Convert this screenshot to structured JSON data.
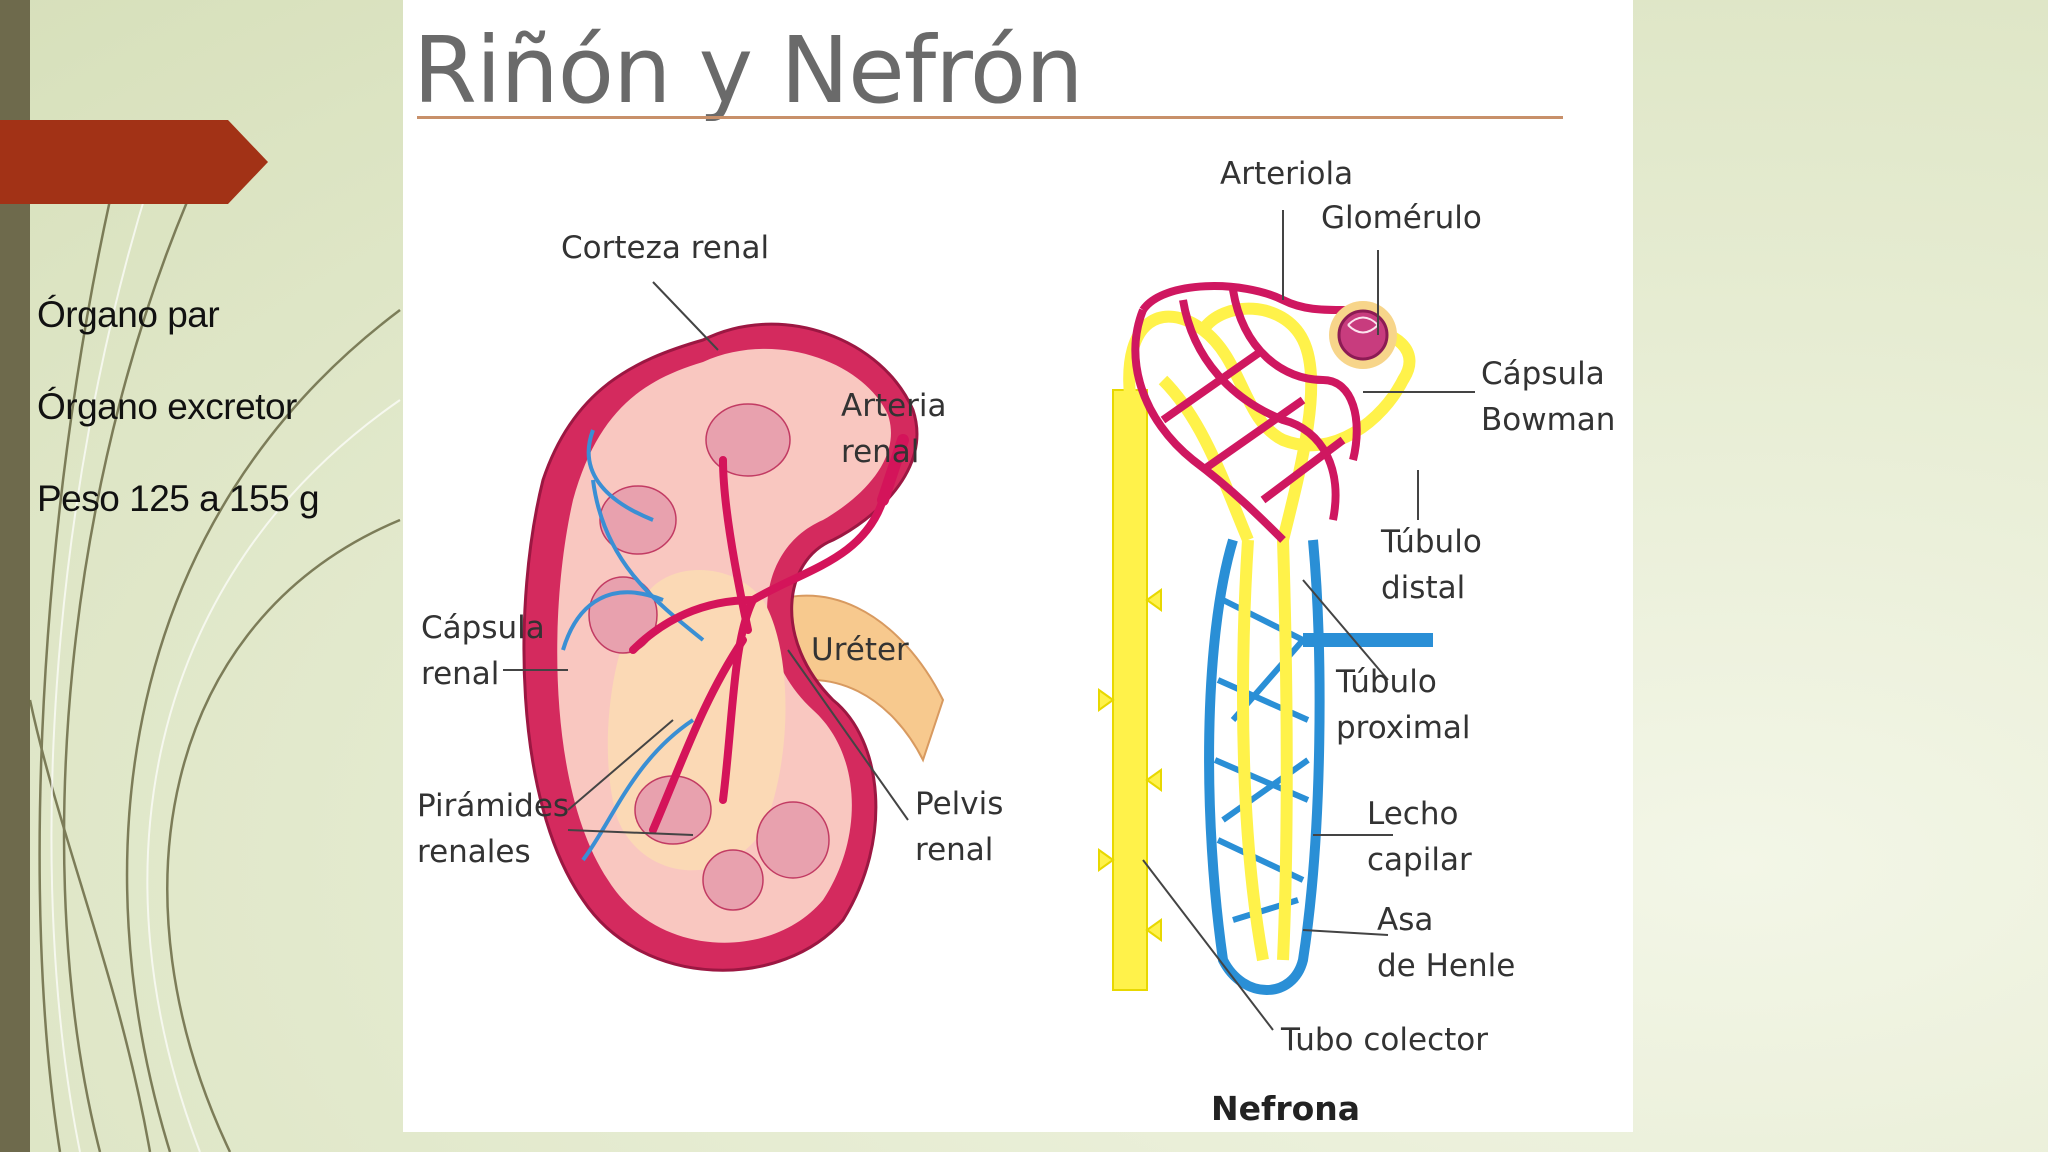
{
  "slide": {
    "bullets": [
      "Órgano par",
      "Órgano excretor",
      "Peso 125 a 155 g"
    ],
    "accent_color": "#a23216",
    "sidebar_color": "#6e6a4c"
  },
  "figure": {
    "title": "Riñón y Nefrón",
    "kidney_labels": {
      "corteza": "Corteza renal",
      "arteria_1": "Arteria",
      "arteria_2": "renal",
      "capsula_1": "Cápsula",
      "capsula_2": "renal",
      "ureter": "Uréter",
      "piramides_1": "Pirámides",
      "piramides_2": "renales",
      "pelvis_1": "Pelvis",
      "pelvis_2": "renal"
    },
    "nephron_labels": {
      "arteriola": "Arteriola",
      "glomerulo": "Glomérulo",
      "bowman_1": "Cápsula",
      "bowman_2": "Bowman",
      "distal_1": "Túbulo",
      "distal_2": "distal",
      "proximal_1": "Túbulo",
      "proximal_2": "proximal",
      "lecho_1": "Lecho",
      "lecho_2": "capilar",
      "asa_1": "Asa",
      "asa_2": "de Henle",
      "tubo": "Tubo colector",
      "caption": "Nefrona"
    }
  }
}
